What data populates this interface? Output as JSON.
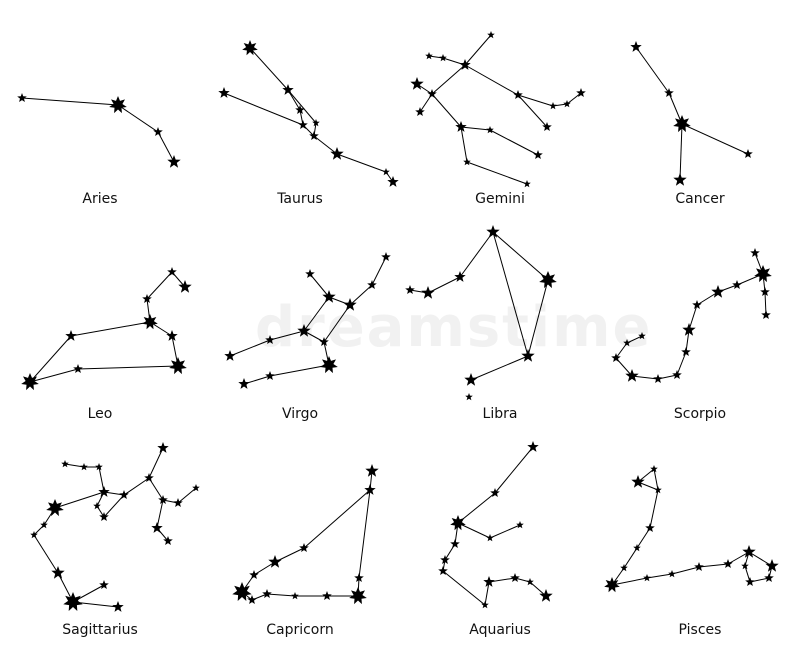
{
  "watermark": "dreamstime",
  "colors": {
    "ink": "#000000",
    "background": "#ffffff",
    "watermark": "#f1f1f1"
  },
  "constellations": [
    {
      "id": "aries",
      "name": "Aries"
    },
    {
      "id": "taurus",
      "name": "Taurus"
    },
    {
      "id": "gemini",
      "name": "Gemini"
    },
    {
      "id": "cancer",
      "name": "Cancer"
    },
    {
      "id": "leo",
      "name": "Leo"
    },
    {
      "id": "virgo",
      "name": "Virgo"
    },
    {
      "id": "libra",
      "name": "Libra"
    },
    {
      "id": "scorpio",
      "name": "Scorpio"
    },
    {
      "id": "sagittarius",
      "name": "Sagittarius"
    },
    {
      "id": "capricorn",
      "name": "Capricorn"
    },
    {
      "id": "aquarius",
      "name": "Aquarius"
    },
    {
      "id": "pisces",
      "name": "Pisces"
    }
  ]
}
